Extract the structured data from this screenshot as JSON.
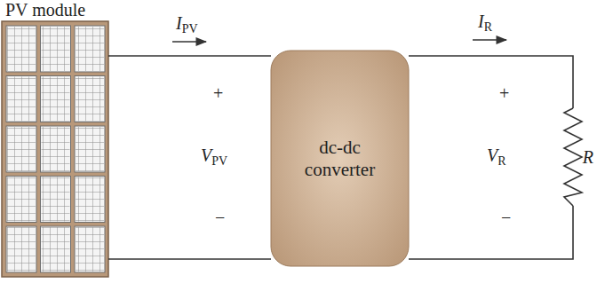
{
  "diagram": {
    "nodes": [
      {
        "text": [
          "PV module"
        ]
      },
      {
        "text": [
          "dc-dc converter"
        ]
      }
    ],
    "edges": [
      {
        "from": 0,
        "to": 1,
        "arrow": "none"
      }
    ],
    "labels": [
      "IPV",
      "+",
      "VPV",
      "−",
      "IR",
      "+",
      "VR",
      "−",
      "R"
    ]
  }
}
